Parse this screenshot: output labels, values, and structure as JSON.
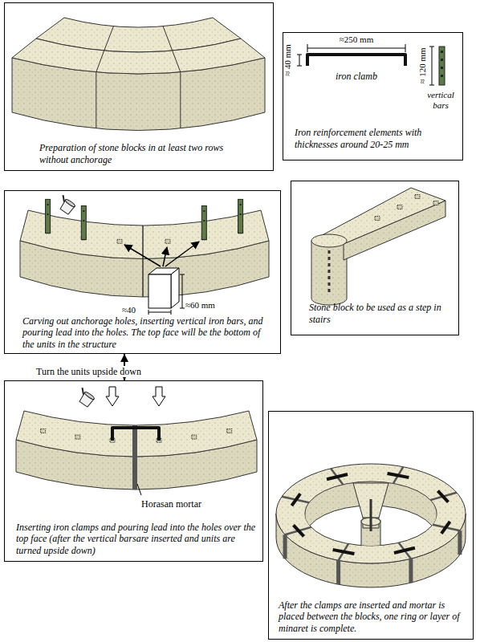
{
  "diagram": {
    "nodes": [
      {
        "text": [
          "Preparation of stone blocks in at least two rows without anchorage"
        ]
      },
      {
        "text": [
          "Iron reinforcement elements with thicknesses around 20-25 mm"
        ]
      },
      {
        "text": [
          "Carving out anchorage holes, inserting vertical iron bars, and pouring lead into the holes. The top face will be the bottom of the units in the structure"
        ]
      },
      {
        "text": [
          "Stone block to be used as a step in stairs"
        ]
      },
      {
        "text": [
          "Inserting iron clamps and pouring lead into the holes over the top face (after the vertical barsare inserted and units are turned upside down)"
        ]
      },
      {
        "text": [
          "After the clamps are inserted and mortar is placed between the blocks, one ring or layer of minaret is complete."
        ]
      }
    ],
    "edges": [
      {
        "from": 2,
        "to": 4,
        "arrow": "both",
        "label": "Turn the units upside down"
      }
    ],
    "labels": [
      "≈250 mm",
      "≈ 40 mm",
      "iron clamb",
      "≈ 120 mm",
      "vertical bars",
      "≈40",
      "≈60 mm",
      "Horasan mortar"
    ]
  }
}
